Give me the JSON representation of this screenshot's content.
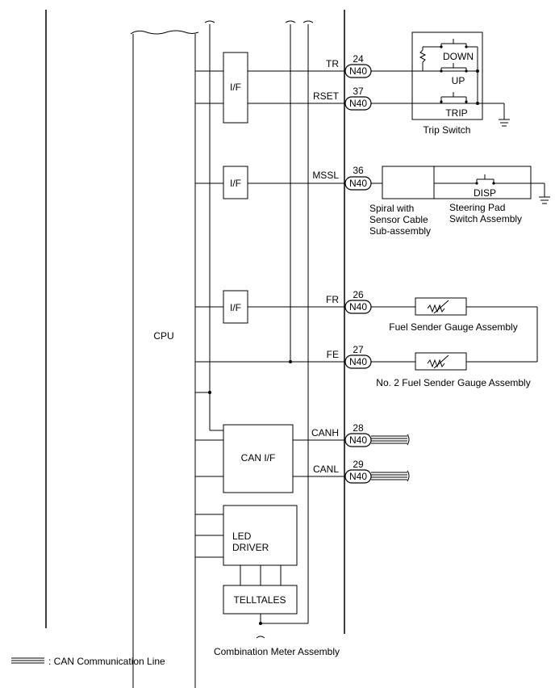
{
  "diagram": {
    "cpu_label": "CPU",
    "interfaces": {
      "if1": "I/F",
      "if2": "I/F",
      "if3": "I/F",
      "can_if": "CAN I/F"
    },
    "led_driver": {
      "line1": "LED",
      "line2": "DRIVER"
    },
    "telltales": "TELLTALES",
    "meter_assembly": "Combination Meter Assembly",
    "legend": ": CAN Communication Line",
    "connector_name": "N40",
    "signals": [
      {
        "name": "TR",
        "pin": "24"
      },
      {
        "name": "RSET",
        "pin": "37"
      },
      {
        "name": "MSSL",
        "pin": "36"
      },
      {
        "name": "FR",
        "pin": "26"
      },
      {
        "name": "FE",
        "pin": "27"
      },
      {
        "name": "CANH",
        "pin": "28"
      },
      {
        "name": "CANL",
        "pin": "29"
      }
    ],
    "trip_switch": {
      "down": "DOWN",
      "up": "UP",
      "trip": "TRIP",
      "label": "Trip Switch"
    },
    "spiral": {
      "line1": "Spiral with",
      "line2": "Sensor Cable",
      "line3": "Sub-assembly"
    },
    "steering_pad": {
      "disp": "DISP",
      "line1": "Steering Pad",
      "line2": "Switch Assembly"
    },
    "fuel_sender_1": "Fuel Sender Gauge Assembly",
    "fuel_sender_2": "No. 2 Fuel Sender Gauge Assembly"
  }
}
